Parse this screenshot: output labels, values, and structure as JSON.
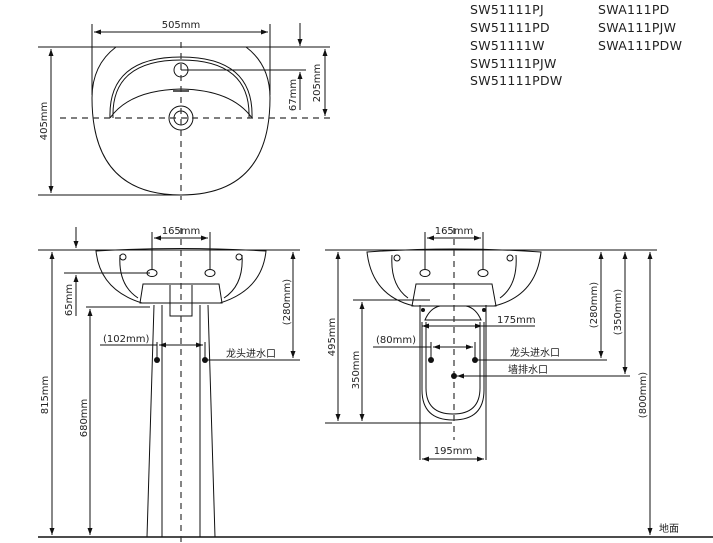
{
  "models": {
    "left": [
      "SW51111PJ",
      "SW51111PD",
      "SW51111W",
      "SW51111PJW",
      "SW51111PDW"
    ],
    "right": [
      "SWA111PD",
      "SWA111PJW",
      "SWA111PDW"
    ]
  },
  "top_view": {
    "width": "505mm",
    "depth": "405mm",
    "tap_offset": "67mm",
    "drain_offset": "205mm"
  },
  "front_view": {
    "tap_spacing": "165mm",
    "tap_depth": "65mm",
    "total_height": "815mm",
    "pedestal_height": "680mm",
    "inlet_spacing": "(102mm)",
    "inlet_height": "(280mm)",
    "inlet_label": "龙头进水口"
  },
  "wall_view": {
    "tap_spacing": "165mm",
    "total_height": "495mm",
    "shroud_height": "350mm",
    "shroud_inner_width": "175mm",
    "inlet_spacing": "(80mm)",
    "inlet_label": "龙头进水口",
    "drain_label": "墙排水口",
    "inlet_height": "(280mm)",
    "drain_height": "(350mm)",
    "mount_height": "(800mm)",
    "shroud_width": "195mm",
    "floor_label": "地面"
  }
}
